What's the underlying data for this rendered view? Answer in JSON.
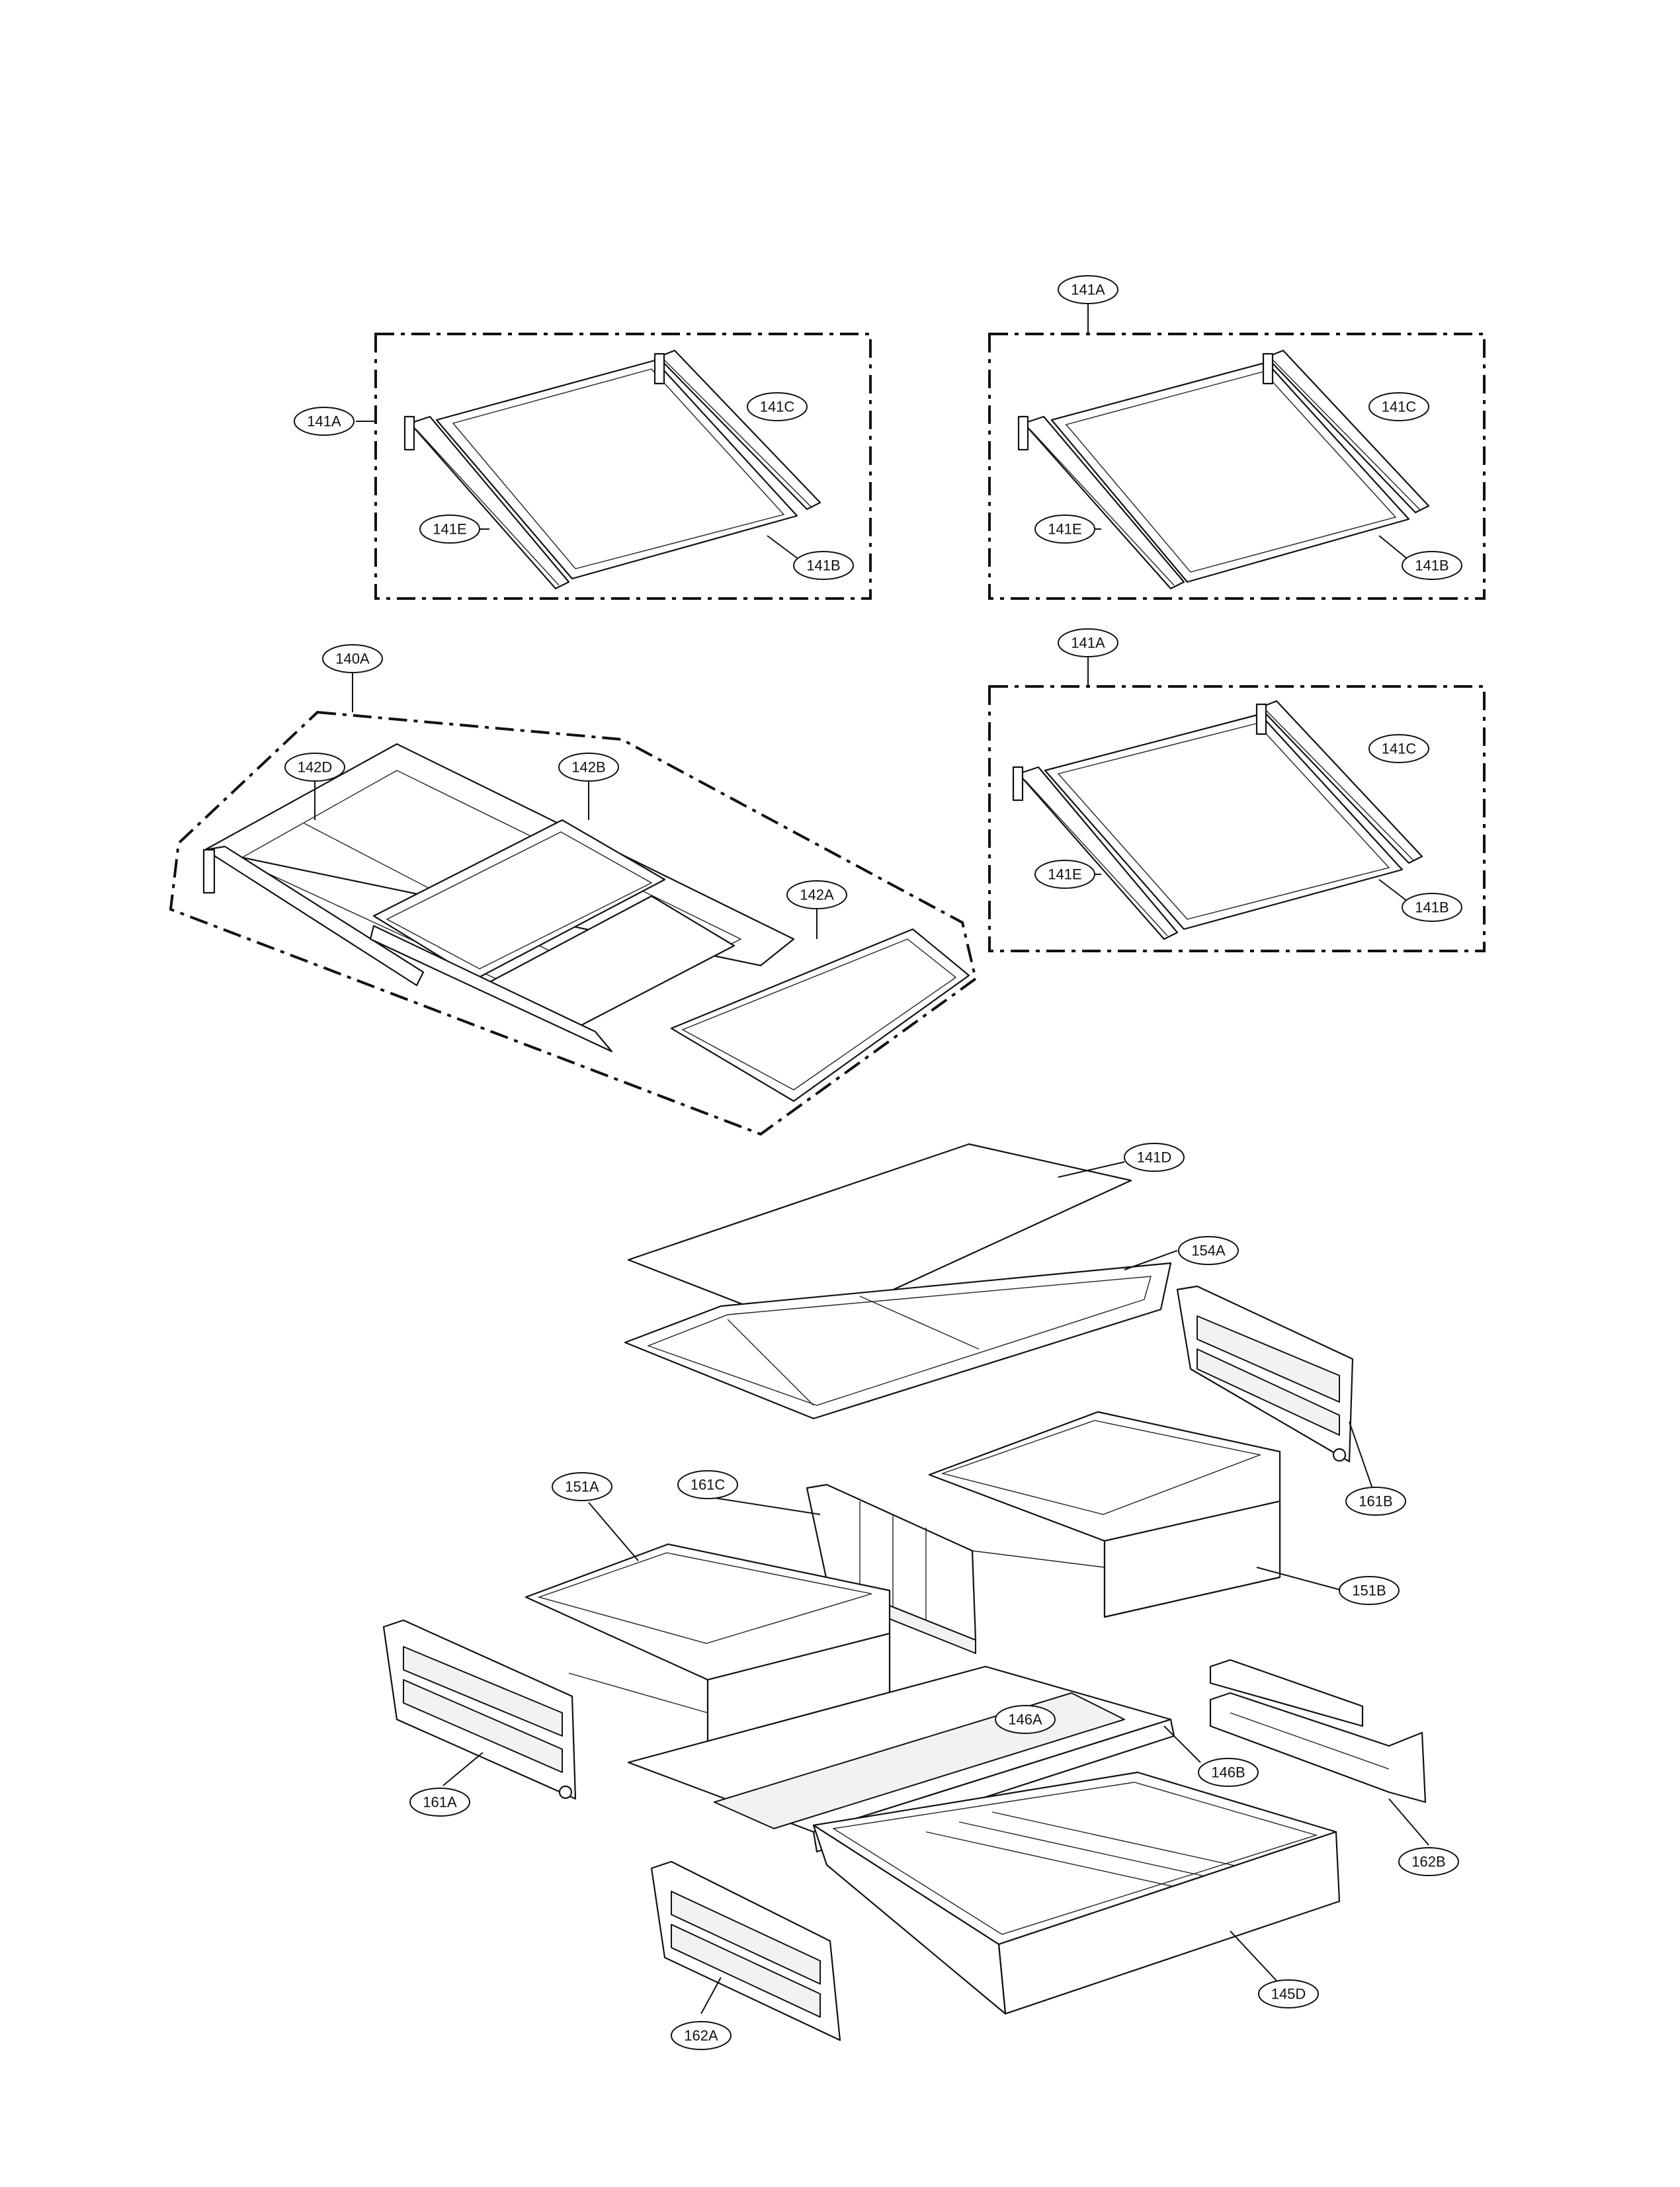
{
  "callouts": {
    "box1_141A": "141A",
    "box1_141C": "141C",
    "box1_141E": "141E",
    "box1_141B": "141B",
    "box2_141A": "141A",
    "box2_141C": "141C",
    "box2_141E": "141E",
    "box2_141B": "141B",
    "box3_141A": "141A",
    "box3_141C": "141C",
    "box3_141E": "141E",
    "box3_141B": "141B",
    "group_140A": "140A",
    "p142D": "142D",
    "p142B": "142B",
    "p142A": "142A",
    "p141D": "141D",
    "p154A": "154A",
    "p161B": "161B",
    "p151A": "151A",
    "p161C": "161C",
    "p151B": "151B",
    "p146A": "146A",
    "p146B": "146B",
    "p161A": "161A",
    "p162B": "162B",
    "p145D": "145D",
    "p162A": "162A"
  }
}
